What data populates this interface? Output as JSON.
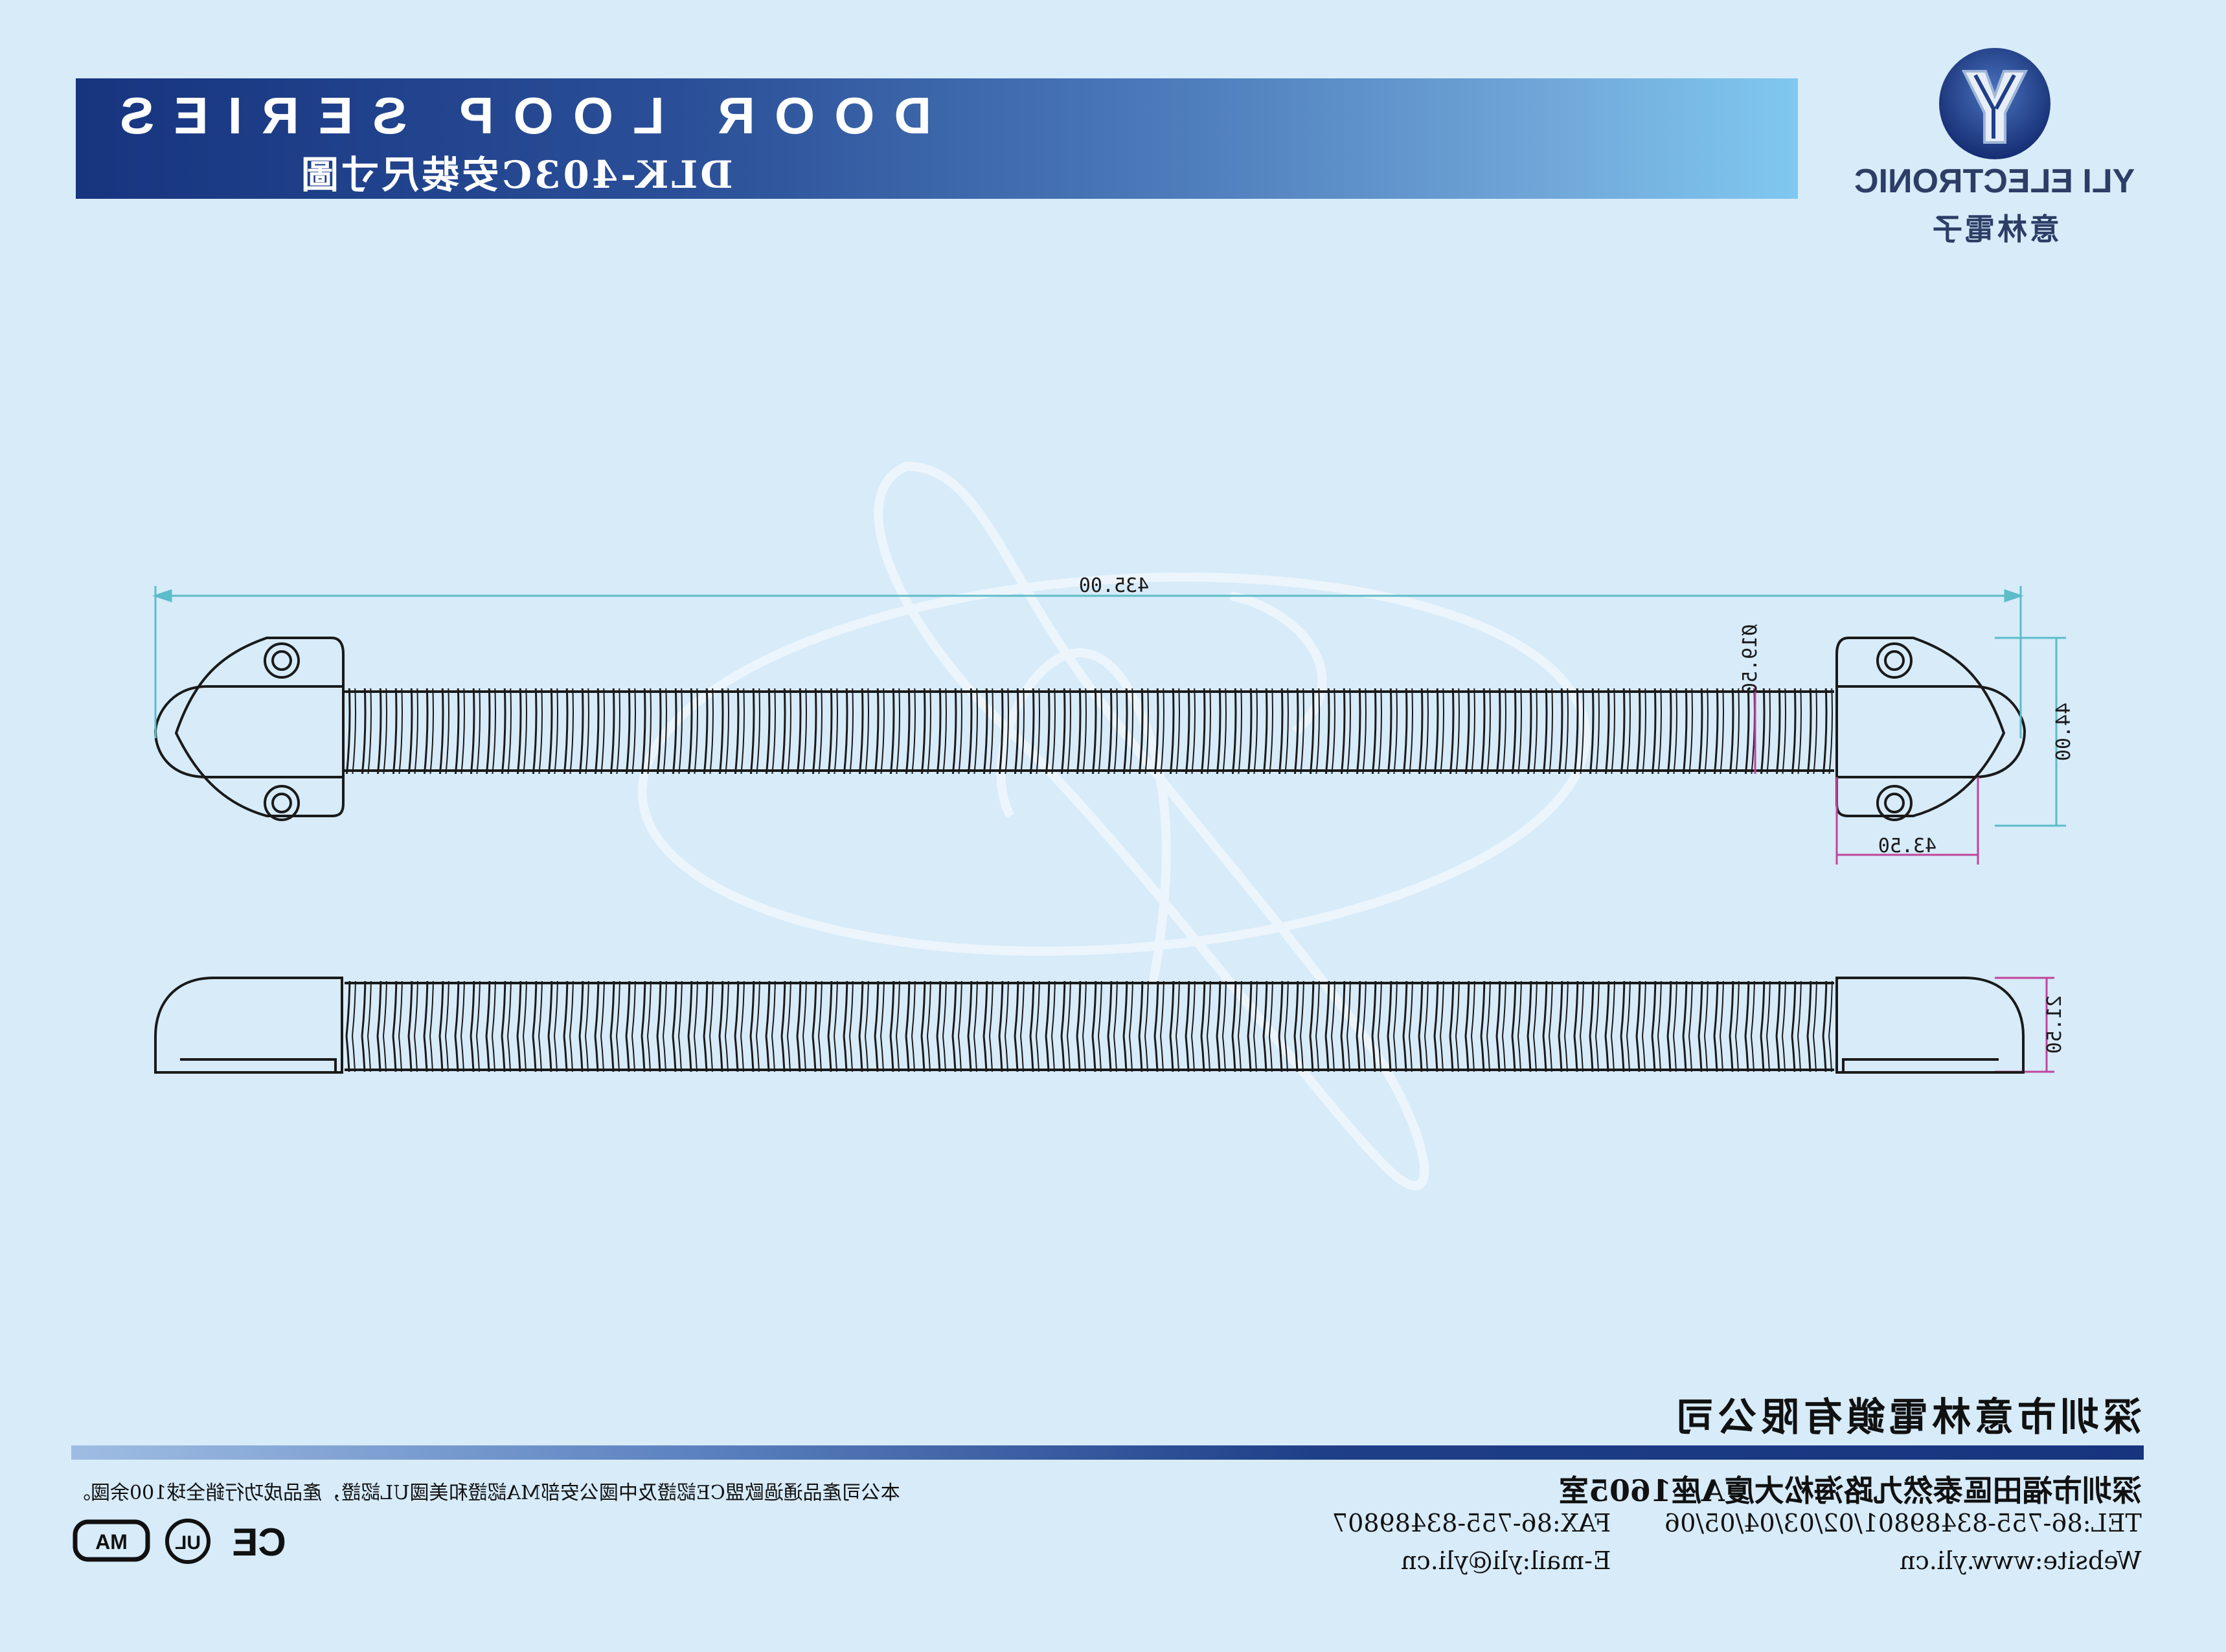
{
  "header": {
    "title": "DOOR LOOP SERIES",
    "subtitle": "DLK-403C安裝尺寸圖"
  },
  "logo": {
    "name_en": "YLI ELECTRONIC",
    "name_cn": "意林電子",
    "colors": {
      "ring": "#1f3f88",
      "y_mark": "#e8eef7"
    }
  },
  "drawing": {
    "dimensions": {
      "overall_length": "435.00",
      "tube_diameter": "Ø19.50",
      "cap_height": "44.00",
      "cap_width": "43.50",
      "side_height": "21.50"
    },
    "colors": {
      "outline": "#1a1a1a",
      "dim_cyan": "#5cbcc9",
      "dim_magenta": "#c0449a"
    }
  },
  "footer": {
    "company": "深圳市意林電鎖有限公司",
    "address": "深圳市福田區泰然九路海松大廈A座1605室",
    "tel": "TEL:86-755-83489801/02/03/04/05/06",
    "fax": "FAX:86-755-83489807",
    "website": "Website:www.yli.cn",
    "email": "E-mail:yli@yli.cn",
    "certification": "本公司產品通過歐盟CE認證及中國公安部MA認證和美國UL認證，產品成功行銷全球100余國。",
    "marks": [
      "MA",
      "UL",
      "CE"
    ]
  }
}
